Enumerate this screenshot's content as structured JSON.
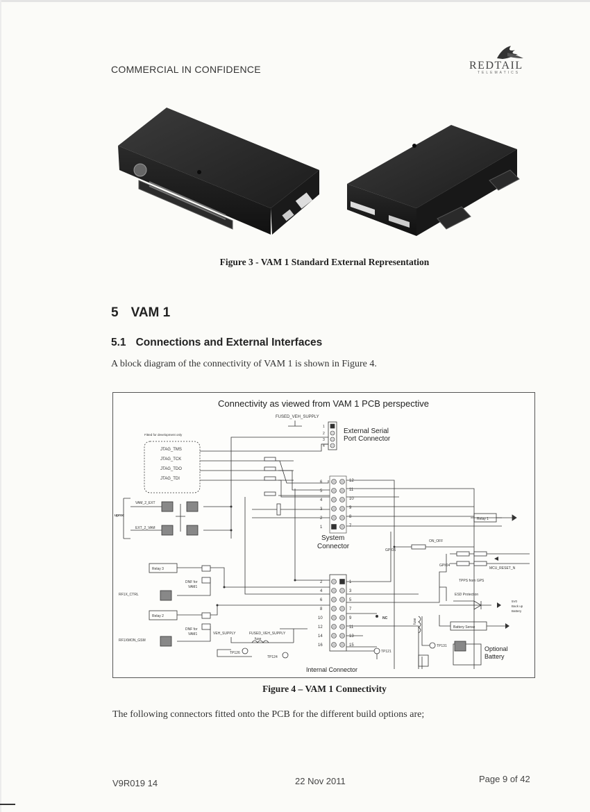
{
  "header": {
    "confidential": "COMMERCIAL IN CONFIDENCE",
    "logo_text": "REDTAIL",
    "logo_sub": "TELEMATICS"
  },
  "figure3": {
    "caption": "Figure 3 - VAM 1 Standard External Representation"
  },
  "section": {
    "h1_number": "5",
    "h1_title": "VAM 1",
    "h2_number": "5.1",
    "h2_title": "Connections and External Interfaces",
    "intro": "A block diagram of the connectivity of VAM 1 is shown in Figure 4."
  },
  "figure4": {
    "title": "Connectivity as viewed from VAM 1 PCB perspective",
    "caption": "Figure 4 – VAM 1 Connectivity",
    "fused_veh_supply": "FUSED_VEH_SUPPLY",
    "ext_serial": [
      "External Serial",
      "Port Connector"
    ],
    "ext_serial_pins": [
      "1",
      "2",
      "3",
      "4"
    ],
    "dev_only": "Fitted for development only",
    "jtag": [
      "JTAG_TMS",
      "JTAG_TCK",
      "JTAG_TDO",
      "JTAG_TDI"
    ],
    "uproc": "uproc",
    "vam_2_ext": "VAM_2_EXT",
    "ext_2_vam": "EXT_2_VAM",
    "sys_left_pins": [
      "6",
      "5",
      "4",
      "3",
      "2",
      "1"
    ],
    "sys_right_pins": [
      "12",
      "11",
      "10",
      "9",
      "8",
      "7"
    ],
    "system_connector": [
      "System",
      "Connector"
    ],
    "relay1": "Relay 1",
    "relay2": "Relay 2",
    "relay3": "Relay 3",
    "on_off": "ON_OFF",
    "gpio6": "GPIO6",
    "gpio4": "GPIO4",
    "mcu_reset": "MCU_RESET_N",
    "rf1x_ctrl": "RF1X_CTRL",
    "rf1xmon_gsm": "RF1XMON_GSM",
    "dnf_vam1": [
      "DNF for",
      "VAM1"
    ],
    "int_left_pins": [
      "2",
      "4",
      "6",
      "8",
      "10",
      "12",
      "14",
      "16"
    ],
    "int_right_pins": [
      "1",
      "3",
      "5",
      "7",
      "9",
      "11",
      "13",
      "15"
    ],
    "nc": "NC",
    "tpps_from_gps": "TPPS from GPS",
    "esd_protection": "ESD Protection",
    "backup_battery": [
      "5V0",
      "Back up",
      "Battery"
    ],
    "battery_sense": "Battery Sense",
    "veh_supply": "VEH_SUPPLY",
    "fuse": "fuse",
    "tp126": "TP126",
    "tp124": "TP124",
    "tp121": "TP121",
    "tp131": "TP131",
    "optional_battery": [
      "Optional",
      "Battery"
    ],
    "internal_connector": "Internal Connector"
  },
  "body": {
    "closing": "The following connectors fitted onto the PCB for the different build options are;"
  },
  "footer": {
    "doc_ref": "V9R019  14",
    "date": "22 Nov 2011",
    "page": "Page 9 of 42"
  }
}
